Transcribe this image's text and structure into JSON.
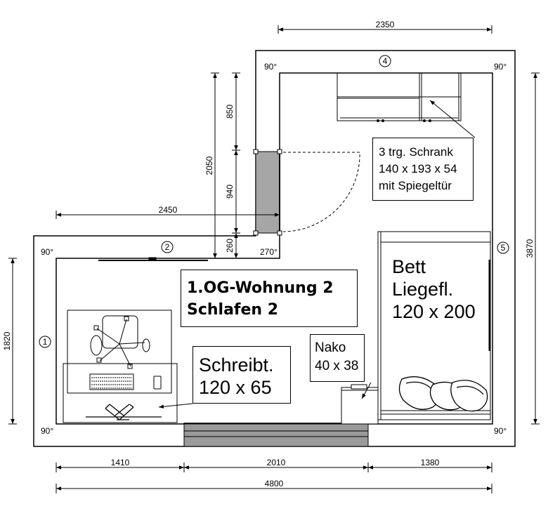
{
  "title": {
    "line1": "1.OG-Wohnung 2",
    "line2": "Schlafen 2"
  },
  "dimensions": {
    "top_width": "2350",
    "upper_height": "850",
    "lower_height": "940",
    "door_offset": "260",
    "recess_height": "2050",
    "left_width": "2450",
    "left_height": "1820",
    "right_height": "3870",
    "bottom_left": "1410",
    "bottom_middle": "2010",
    "bottom_right": "1380",
    "total_width": "4800"
  },
  "angles": {
    "top_left": "90°",
    "top_right": "90°",
    "left_top": "90°",
    "left_bottom": "90°",
    "right_bottom": "90°",
    "inner": "270°"
  },
  "wall_numbers": [
    "1",
    "2",
    "4",
    "5"
  ],
  "wardrobe": {
    "line1": "3 trg. Schrank",
    "line2": "140 x 193 x 54",
    "line3": "mit Spiegeltür"
  },
  "bed": {
    "line1": "Bett",
    "line2": "Liegefl.",
    "line3": "120 x 200"
  },
  "nightstand": {
    "line1": "Nako",
    "line2": "40 x 38"
  },
  "desk": {
    "line1": "Schreibt.",
    "line2": "120 x 65"
  }
}
